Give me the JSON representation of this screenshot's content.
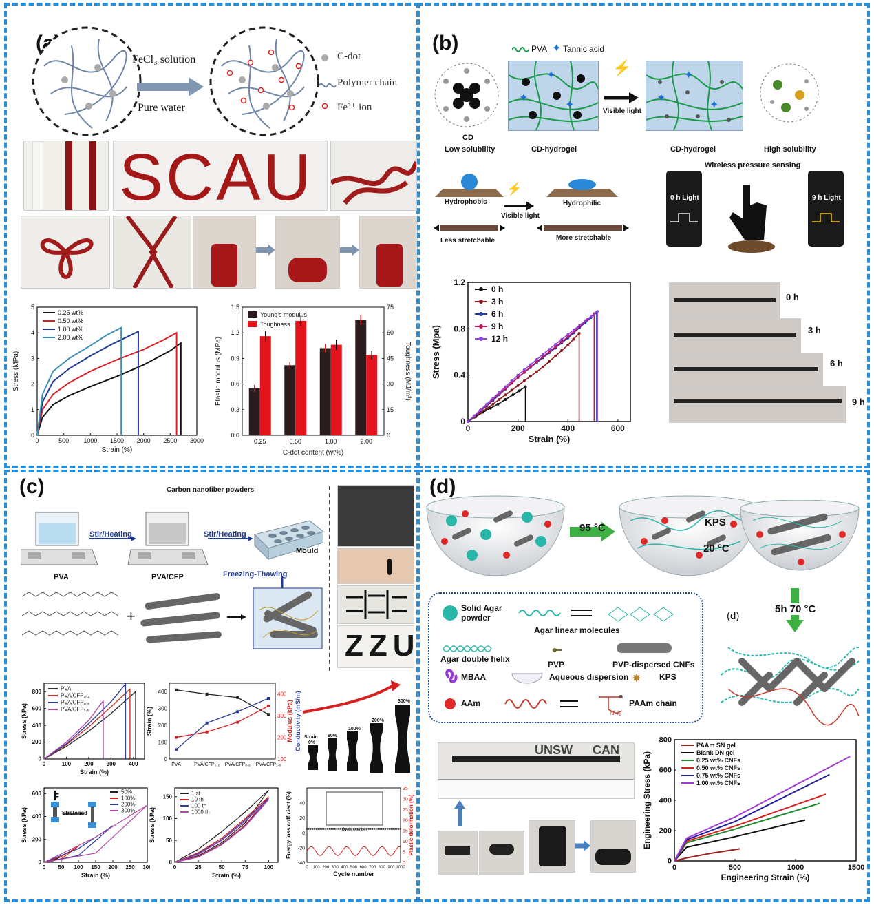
{
  "panels": {
    "a": {
      "label": "(a)",
      "schematic": {
        "arrow_top": "FeCl₃ solution",
        "arrow_bottom": "Pure water",
        "legend": [
          "C-dot",
          "Polymer chain",
          "Fe³⁺ ion"
        ]
      },
      "photo_text": "SCAU"
    },
    "b": {
      "label": "(b)",
      "legend_top": [
        "PVA",
        "Tannic acid"
      ],
      "labels": {
        "cd": "CD",
        "low_solubility": "Low solubility",
        "cd_hydrogel_1": "CD-hydrogel",
        "visible_light": "Visible light",
        "cd_hydrogel_2": "CD-hydrogel",
        "high_solubility": "High solubility",
        "hydrophobic": "Hydrophobic",
        "visible_light_2": "Visible light",
        "hydrophilic": "Hydrophilic",
        "less_stretchable": "Less stretchable",
        "more_stretchable": "More stretchable",
        "wireless": "Wireless pressure sensing",
        "phone_0h": "0 h Light",
        "phone_9h": "9 h Light"
      },
      "photo_labels": [
        "0 h",
        "3 h",
        "6 h",
        "9 h"
      ]
    },
    "c": {
      "label": "(c)",
      "labels": {
        "carbon": "Carbon nanofiber powders",
        "stir1": "Stir/Heating",
        "stir2": "Stir/Heating",
        "mould": "Mould",
        "pva": "PVA",
        "pvacfp": "PVA/CFP",
        "freezing": "Freezing-Thawing",
        "zzu": "ZZU",
        "stretched": "Stretched",
        "force": "F"
      }
    },
    "d": {
      "label": "(d)",
      "labels": {
        "t95": "95 °C",
        "kps": "KPS",
        "t20": "20 °C",
        "t5h": "5h  70 °C",
        "d_small": "(d)",
        "unsw": "UNSW",
        "can": "CAN"
      },
      "legend": {
        "solid_agar": "Solid Agar powder",
        "agar_linear": "Agar linear molecules",
        "agar_double": "Agar double helix",
        "pvp": "PVP",
        "pvp_cnfs": "PVP-dispersed CNFs",
        "mbaa": "MBAA",
        "aqueous": "Aqueous dispersion",
        "kps": "KPS",
        "aam": "AAm",
        "paam": "PAAm chain",
        "nh2": "NH₂",
        "n": "n"
      }
    }
  },
  "chart_data": [
    {
      "id": "a1",
      "type": "line",
      "xlabel": "Strain (%)",
      "ylabel": "Stress (MPa)",
      "xlim": [
        0,
        3000
      ],
      "ylim": [
        0,
        5
      ],
      "xticks": [
        0,
        500,
        1000,
        1500,
        2000,
        2500,
        3000
      ],
      "yticks": [
        0,
        1,
        2,
        3,
        4,
        5
      ],
      "series": [
        {
          "name": "0.25 wt%",
          "color": "#111111",
          "x": [
            0,
            100,
            300,
            600,
            1000,
            1500,
            2000,
            2500,
            2700,
            2700
          ],
          "y": [
            0,
            0.7,
            1.2,
            1.55,
            1.9,
            2.3,
            2.75,
            3.3,
            3.6,
            0
          ]
        },
        {
          "name": "0.50 wt%",
          "color": "#d81f26",
          "x": [
            0,
            100,
            300,
            600,
            1000,
            1500,
            2000,
            2400,
            2620,
            2620
          ],
          "y": [
            0,
            1.0,
            1.6,
            2.05,
            2.5,
            2.95,
            3.35,
            3.75,
            4.0,
            0
          ]
        },
        {
          "name": "1.00 wt%",
          "color": "#1f3a93",
          "x": [
            0,
            100,
            300,
            600,
            1000,
            1400,
            1900,
            1900
          ],
          "y": [
            0,
            1.3,
            2.1,
            2.6,
            3.1,
            3.55,
            4.05,
            0
          ]
        },
        {
          "name": "2.00 wt%",
          "color": "#3c8fb5",
          "x": [
            0,
            100,
            300,
            600,
            1000,
            1300,
            1580,
            1580
          ],
          "y": [
            0,
            1.6,
            2.5,
            3.0,
            3.5,
            3.9,
            4.2,
            0
          ]
        }
      ]
    },
    {
      "id": "a2",
      "type": "bar",
      "xlabel": "C-dot content (wt%)",
      "ylabel": "Elastic modulus (MPa)",
      "y2label": "Toughness (MJ/m³)",
      "categories": [
        "0.25",
        "0.50",
        "1.00",
        "2.00"
      ],
      "ylim": [
        0,
        1.5
      ],
      "y2lim": [
        0,
        75
      ],
      "yticks": [
        0.0,
        0.3,
        0.6,
        0.9,
        1.2,
        1.5
      ],
      "y2ticks": [
        0,
        15,
        30,
        45,
        60,
        75
      ],
      "series": [
        {
          "name": "Young's modulus",
          "color": "#2b1d1d",
          "values": [
            0.55,
            0.82,
            1.02,
            1.35
          ],
          "err": [
            0.04,
            0.04,
            0.05,
            0.06
          ]
        },
        {
          "name": "Toughness",
          "color": "#e3141b",
          "values": [
            58,
            67,
            53,
            47
          ],
          "err": [
            3,
            3,
            3,
            2.5
          ],
          "axis": "y2"
        }
      ]
    },
    {
      "id": "b1",
      "type": "line",
      "xlabel": "Strain (%)",
      "ylabel": "Stress (Mpa)",
      "xlim": [
        0,
        650
      ],
      "ylim": [
        0,
        1.2
      ],
      "xticks": [
        0,
        200,
        400,
        600
      ],
      "yticks": [
        0.0,
        0.4,
        0.8,
        1.2
      ],
      "series": [
        {
          "name": "0 h",
          "color": "#111111",
          "x": [
            0,
            60,
            120,
            180,
            230,
            230
          ],
          "y": [
            0,
            0.08,
            0.15,
            0.23,
            0.3,
            0
          ]
        },
        {
          "name": "3 h",
          "color": "#8b1a1a",
          "x": [
            0,
            100,
            200,
            300,
            400,
            445,
            445
          ],
          "y": [
            0,
            0.15,
            0.31,
            0.47,
            0.66,
            0.76,
            0
          ]
        },
        {
          "name": "6 h",
          "color": "#1f3aa8",
          "x": [
            0,
            100,
            200,
            300,
            400,
            515,
            515
          ],
          "y": [
            0,
            0.18,
            0.38,
            0.55,
            0.72,
            0.94,
            0
          ]
        },
        {
          "name": "9 h",
          "color": "#c2185b",
          "x": [
            0,
            100,
            200,
            300,
            400,
            505,
            505
          ],
          "y": [
            0,
            0.19,
            0.38,
            0.56,
            0.73,
            0.93,
            0
          ]
        },
        {
          "name": "12 h",
          "color": "#8e44d9",
          "x": [
            0,
            100,
            200,
            300,
            400,
            518,
            518
          ],
          "y": [
            0,
            0.2,
            0.4,
            0.58,
            0.75,
            0.95,
            0
          ]
        }
      ]
    },
    {
      "id": "c1",
      "type": "line",
      "xlabel": "Strain (%)",
      "ylabel": "Stress (kPa)",
      "xlim": [
        0,
        450
      ],
      "ylim": [
        0,
        900
      ],
      "xticks": [
        0,
        100,
        200,
        300,
        400
      ],
      "yticks": [
        0,
        200,
        400,
        600,
        800
      ],
      "series": [
        {
          "name": "PVA",
          "color": "#333333",
          "x": [
            0,
            100,
            200,
            300,
            410,
            410
          ],
          "y": [
            0,
            150,
            330,
            540,
            800,
            0
          ]
        },
        {
          "name": "PVA/CFP₀.₂",
          "color": "#c0392b",
          "x": [
            0,
            100,
            200,
            300,
            385,
            385
          ],
          "y": [
            0,
            170,
            380,
            620,
            830,
            0
          ]
        },
        {
          "name": "PVA/CFP₀.₆",
          "color": "#2c3e99",
          "x": [
            0,
            100,
            200,
            300,
            365,
            365
          ],
          "y": [
            0,
            180,
            420,
            680,
            890,
            0
          ]
        },
        {
          "name": "PVA/CFP₁.₀",
          "color": "#b04aa8",
          "x": [
            0,
            100,
            200,
            265,
            265
          ],
          "y": [
            0,
            200,
            460,
            690,
            0
          ]
        }
      ]
    },
    {
      "id": "c2",
      "type": "line",
      "xlabel": "",
      "ylabel": "Strain (%)",
      "y2label": "Modulus (kPa)",
      "y3label": "Conductivity (mS/m)",
      "categories": [
        "PVA",
        "PVA/CFP₀.₂",
        "PVA/CFP₀.₆",
        "PVA/CFP₁.₀"
      ],
      "ylim": [
        0,
        450
      ],
      "y2lim": [
        100,
        450
      ],
      "yticks": [
        0,
        100,
        200,
        300,
        400
      ],
      "y2ticks": [
        100,
        200,
        300,
        400
      ],
      "series": [
        {
          "name": "Strain",
          "color": "#222222",
          "values": [
            410,
            385,
            365,
            265
          ]
        },
        {
          "name": "Modulus",
          "color": "#d62020",
          "values": [
            200,
            225,
            270,
            345
          ]
        },
        {
          "name": "Conductivity",
          "color": "#2c3e99",
          "values": [
            25,
            95,
            125,
            160
          ]
        }
      ]
    },
    {
      "id": "c3",
      "type": "line",
      "xlabel": "Strain (%)",
      "ylabel": "Stress (kPa)",
      "xlim": [
        0,
        300
      ],
      "ylim": [
        0,
        650
      ],
      "xticks": [
        0,
        50,
        100,
        150,
        200,
        250,
        300
      ],
      "yticks": [
        0,
        200,
        400,
        600
      ],
      "series": [
        {
          "name": "50%",
          "color": "#222222",
          "x": [
            0,
            25,
            50,
            25,
            0
          ],
          "y": [
            0,
            20,
            50,
            10,
            0
          ]
        },
        {
          "name": "100%",
          "color": "#d62020",
          "x": [
            0,
            50,
            100,
            50,
            0
          ],
          "y": [
            0,
            50,
            140,
            30,
            0
          ]
        },
        {
          "name": "200%",
          "color": "#2c3e99",
          "x": [
            0,
            100,
            200,
            100,
            0
          ],
          "y": [
            0,
            120,
            320,
            60,
            0
          ]
        },
        {
          "name": "300%",
          "color": "#b04aa8",
          "x": [
            0,
            150,
            300,
            150,
            0
          ],
          "y": [
            0,
            220,
            500,
            80,
            0
          ]
        }
      ]
    },
    {
      "id": "c4",
      "type": "line",
      "xlabel": "Strain (%)",
      "ylabel": "Stress (kPa)",
      "xlim": [
        0,
        110
      ],
      "ylim": [
        0,
        170
      ],
      "xticks": [
        0,
        25,
        50,
        75,
        100
      ],
      "yticks": [
        0,
        50,
        100,
        150
      ],
      "series": [
        {
          "name": "1 st",
          "color": "#222222",
          "x": [
            0,
            25,
            50,
            75,
            100,
            75,
            50,
            25,
            0
          ],
          "y": [
            0,
            30,
            70,
            115,
            165,
            90,
            45,
            15,
            0
          ]
        },
        {
          "name": "10 th",
          "color": "#d62020",
          "x": [
            0,
            25,
            50,
            75,
            100,
            75,
            50,
            25,
            0
          ],
          "y": [
            0,
            22,
            55,
            100,
            150,
            85,
            42,
            13,
            0
          ]
        },
        {
          "name": "100 th",
          "color": "#2c3e99",
          "x": [
            0,
            25,
            50,
            75,
            100,
            75,
            50,
            25,
            0
          ],
          "y": [
            0,
            20,
            52,
            97,
            146,
            83,
            41,
            12,
            0
          ]
        },
        {
          "name": "1000 th",
          "color": "#b04aa8",
          "x": [
            0,
            25,
            50,
            75,
            100,
            75,
            50,
            25,
            0
          ],
          "y": [
            0,
            18,
            50,
            94,
            143,
            82,
            40,
            12,
            0
          ]
        }
      ]
    },
    {
      "id": "c5",
      "type": "scatter",
      "xlabel": "Cycle number",
      "ylabel": "Energy loss cofficient (%)",
      "y2label": "Plastic deformation (%)",
      "inset_xlabel": "Cycle number",
      "xlim": [
        0,
        1000
      ],
      "ylim": [
        -40,
        60
      ],
      "xticks": [
        0,
        100,
        200,
        300,
        400,
        500,
        600,
        700,
        800,
        900,
        1000
      ],
      "yticks": [
        -40,
        -20,
        0,
        20,
        40
      ],
      "y2ticks": [
        0,
        5,
        10,
        15,
        20,
        25,
        30,
        35
      ],
      "series": [
        {
          "name": "Energy loss",
          "color": "#111111",
          "level": 5
        },
        {
          "name": "Plastic deformation",
          "color": "#d62020",
          "level": -25
        }
      ]
    },
    {
      "id": "d1",
      "type": "line",
      "xlabel": "Engineering Strain (%)",
      "ylabel": "Engineering Stress (kPa)",
      "xlim": [
        0,
        1500
      ],
      "ylim": [
        0,
        800
      ],
      "xticks": [
        0,
        500,
        1000,
        1500
      ],
      "yticks": [
        0,
        200,
        400,
        600,
        800
      ],
      "series": [
        {
          "name": "PAAm SN gel",
          "color": "#a02020",
          "x": [
            0,
            100,
            300,
            540
          ],
          "y": [
            0,
            20,
            50,
            80
          ]
        },
        {
          "name": "Blank DN gel",
          "color": "#111111",
          "x": [
            0,
            100,
            500,
            1080
          ],
          "y": [
            0,
            90,
            160,
            270
          ]
        },
        {
          "name": "0.25 wt% CNFs",
          "color": "#1e8a2e",
          "x": [
            0,
            100,
            500,
            1200
          ],
          "y": [
            0,
            120,
            210,
            380
          ]
        },
        {
          "name": "0.50 wt% CNFs",
          "color": "#d62020",
          "x": [
            0,
            100,
            500,
            1250
          ],
          "y": [
            0,
            130,
            230,
            440
          ]
        },
        {
          "name": "0.75 wt% CNFs",
          "color": "#1f1f9e",
          "x": [
            0,
            100,
            500,
            1280
          ],
          "y": [
            0,
            140,
            260,
            570
          ]
        },
        {
          "name": "1.00 wt% CNFs",
          "color": "#a03ad6",
          "x": [
            0,
            100,
            500,
            1450
          ],
          "y": [
            0,
            150,
            290,
            690
          ]
        }
      ]
    }
  ]
}
